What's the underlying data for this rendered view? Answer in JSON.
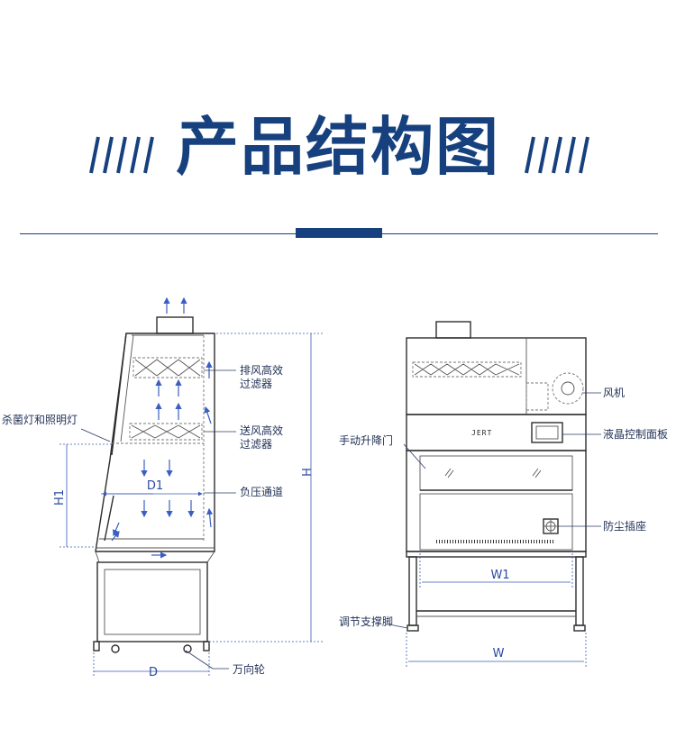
{
  "header": {
    "title": "产品结构图"
  },
  "brand": {
    "text": "JERT"
  },
  "side_view": {
    "labels": {
      "exhaust_filter": [
        "排风高效",
        "过滤器"
      ],
      "supply_filter": [
        "送风高效",
        "过滤器"
      ],
      "lamp": "杀菌灯和照明灯",
      "negative_channel": "负压通道",
      "caster": "万向轮"
    },
    "dims": {
      "height": "H",
      "height1": "H1",
      "depth": "D",
      "depth1": "D1"
    }
  },
  "front_view": {
    "labels": {
      "fan": "风机",
      "lcd_panel": "液晶控制面板",
      "manual_door": "手动升降门",
      "dust_socket": "防尘插座",
      "adjust_foot": "调节支撑脚"
    },
    "dims": {
      "width": "W",
      "width1": "W1"
    }
  },
  "colors": {
    "title": "#16417e",
    "arrow": "#3b5fc0"
  }
}
